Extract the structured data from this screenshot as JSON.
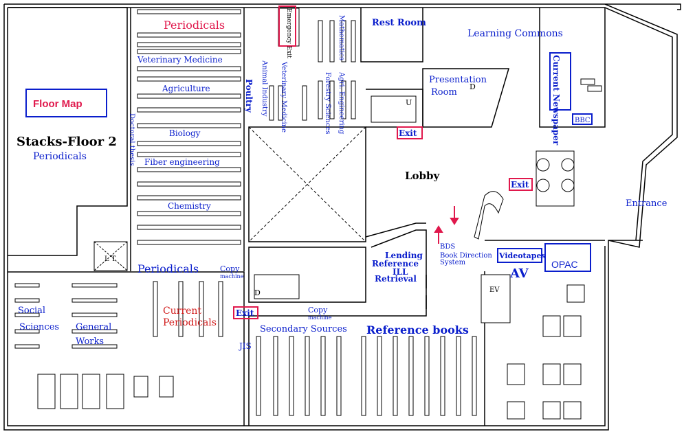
{
  "title": "Floor Map",
  "colors": {
    "blue": "#0a1ecc",
    "red": "#e0184c",
    "darkred": "#d11a1a",
    "line": "#000000",
    "shelf": "#ffffff"
  },
  "areas": {
    "stacks_floor": "Stacks-Floor 2",
    "stacks_periodicals": "Periodicals",
    "periodicals_top": "Periodicals",
    "veterinary": "Veterinary Medicine",
    "agriculture": "Agriculture",
    "biology": "Biology",
    "fiber": "Fiber engineering",
    "chemistry": "Chemistry",
    "doctoral": "Doctoral thesis",
    "poultry": "Poultry",
    "animal_industry": "Animal Industry",
    "vet_med_vertical": "Veterinary Medicine",
    "emergency_exit": "Emergency Exit",
    "mathematics": "Mathematics",
    "forestry": "Forestry Sciences",
    "agri_eng": "Agri. Engineering",
    "rest_room": "Rest Room",
    "learning_commons": "Learning Commons",
    "current_newspaper": "Current Newspaper",
    "bbc": "BBC",
    "presentation_line1": "Presentation",
    "presentation_line2": "Room",
    "exit_1": "Exit",
    "exit_2": "Exit",
    "exit_3": "Exit",
    "lobby": "Lobby",
    "entrance": "Entrance",
    "bds": "BDS",
    "bds_desc_line1": "Book Direction",
    "bds_desc_line2": "System",
    "videotapes": "Videotapes",
    "opac": "OPAC",
    "av": "AV",
    "ev": "EV",
    "lt": "L T",
    "lending_line1": "Lending",
    "lending_line2": "Reference",
    "lending_line3": "ILL",
    "lending_line4": "Retrieval",
    "periodicals_lower": "Periodicals",
    "copy_machine_1": "Copy",
    "copy_machine_1b": "machine",
    "copy_machine_2": "Copy",
    "copy_machine_2b": "machine",
    "current_periodicals_1": "Current",
    "current_periodicals_2": "Periodicals",
    "social_1": "Social",
    "social_2": "Sciences",
    "general_1": "General",
    "general_2": "Works",
    "secondary_sources": "Secondary Sources",
    "reference_books": "Reference books",
    "jis": "JIS",
    "stair_u": "U",
    "stair_d": "D",
    "presentation_d": "D"
  }
}
